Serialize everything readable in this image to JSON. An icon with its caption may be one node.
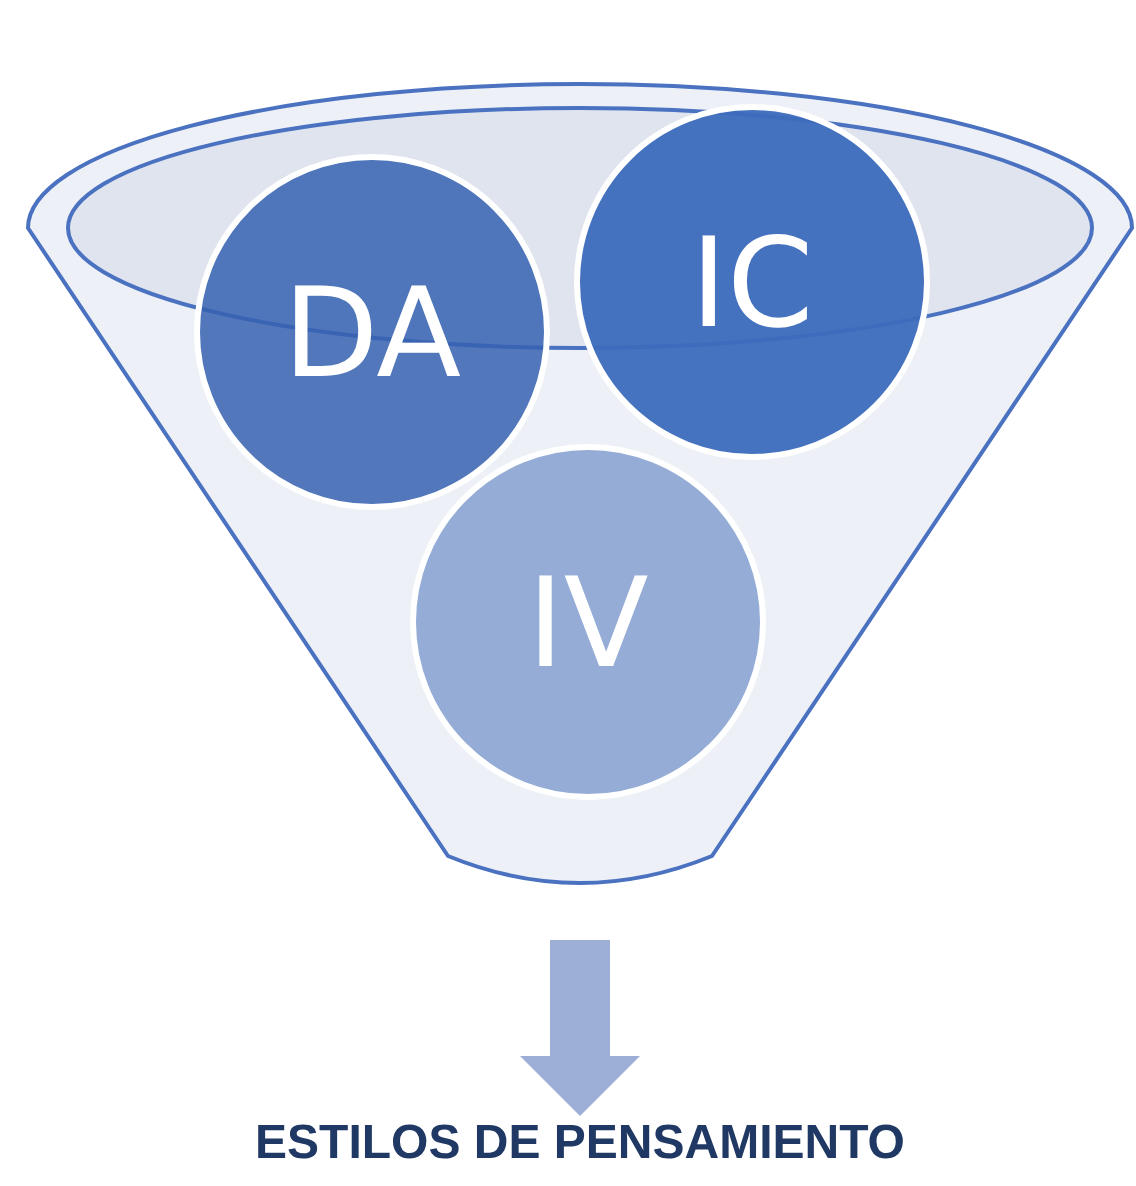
{
  "diagram": {
    "nodes": [
      {
        "text": [],
        "shape": "funnel"
      },
      {
        "text": [
          "DA"
        ],
        "in": 0
      },
      {
        "text": [
          "IC"
        ],
        "in": 0
      },
      {
        "text": [
          "IV"
        ],
        "in": 0
      },
      {
        "text": [
          "ESTILOS DE PENSAMIENTO"
        ]
      }
    ],
    "edges": [
      {
        "from": 0,
        "to": 4,
        "arrow": "to"
      }
    ]
  }
}
